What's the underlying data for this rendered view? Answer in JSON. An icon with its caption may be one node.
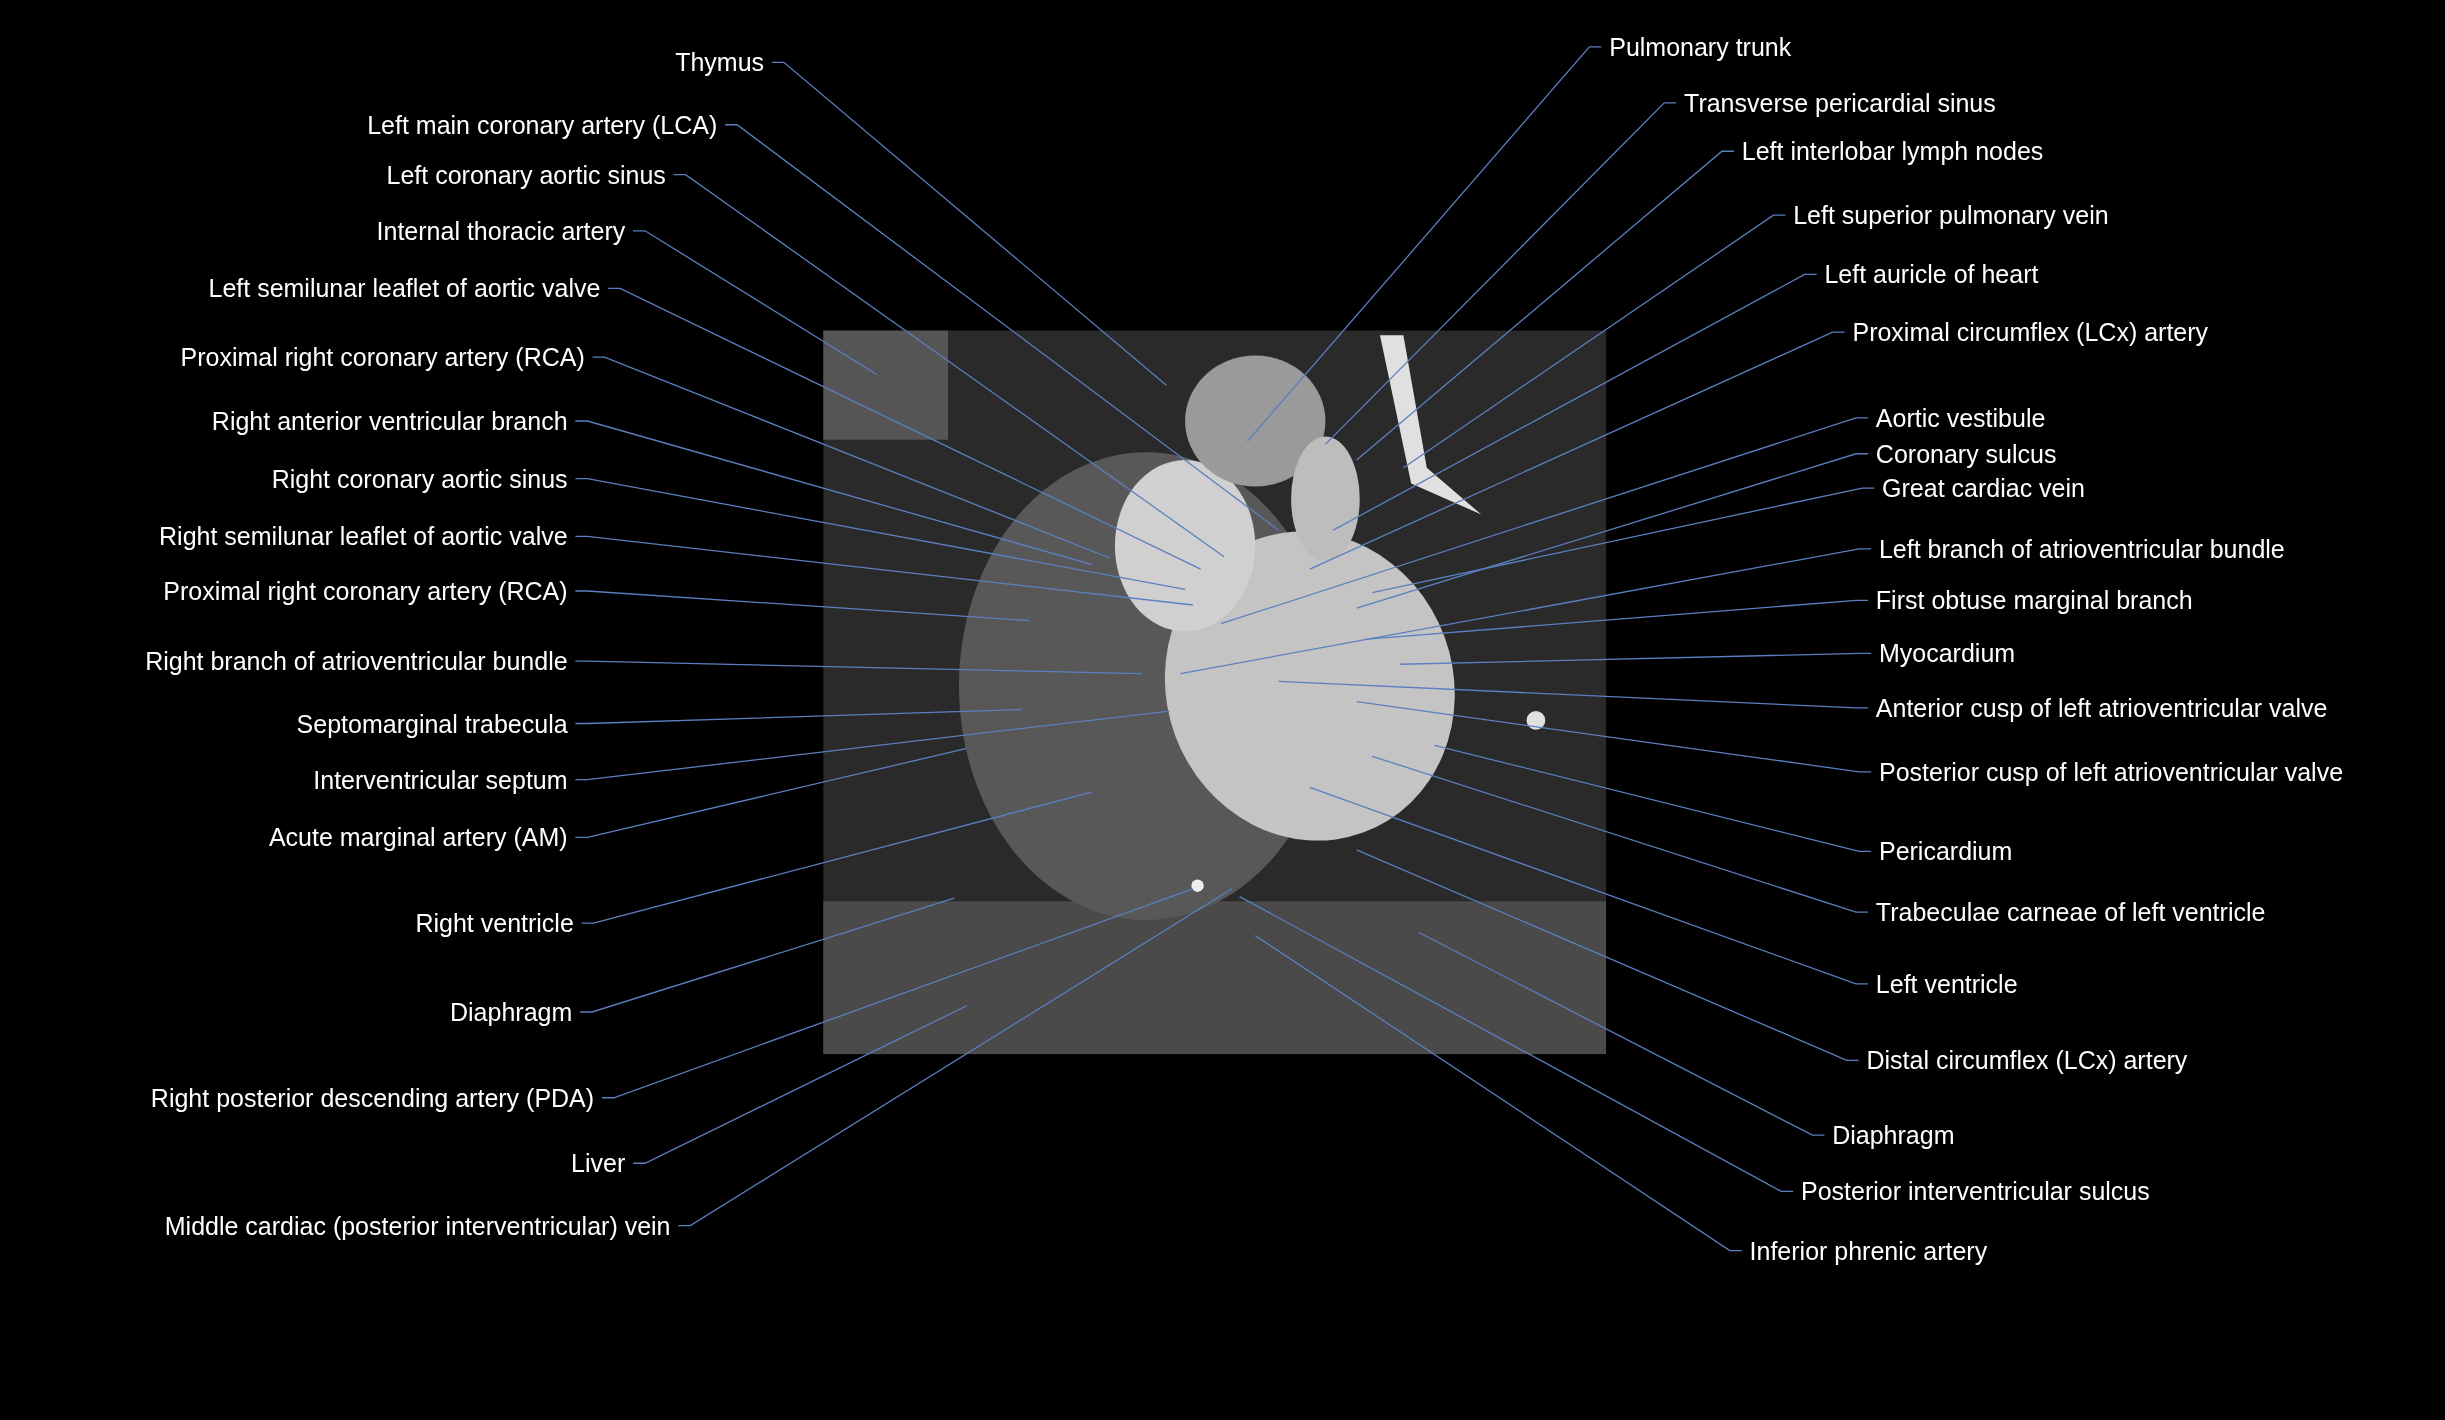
{
  "diagram": {
    "nodes": [
      {
        "text": [
          "Thymus"
        ]
      },
      {
        "text": [
          "Left main coronary artery (LCA)"
        ]
      },
      {
        "text": [
          "Left coronary aortic sinus"
        ]
      },
      {
        "text": [
          "Internal thoracic artery"
        ]
      },
      {
        "text": [
          "Left semilunar leaflet of aortic valve"
        ]
      },
      {
        "text": [
          "Proximal right coronary artery (RCA)"
        ]
      },
      {
        "text": [
          "Right anterior ventricular branch"
        ]
      },
      {
        "text": [
          "Right coronary aortic sinus"
        ]
      },
      {
        "text": [
          "Right semilunar leaflet of aortic valve"
        ]
      },
      {
        "text": [
          "Proximal right coronary artery (RCA)"
        ]
      },
      {
        "text": [
          "Right branch of atrioventricular bundle"
        ]
      },
      {
        "text": [
          "Septomarginal trabecula"
        ]
      },
      {
        "text": [
          "Interventricular septum"
        ]
      },
      {
        "text": [
          "Acute marginal artery (AM)"
        ]
      },
      {
        "text": [
          "Right ventricle"
        ]
      },
      {
        "text": [
          "Diaphragm"
        ]
      },
      {
        "text": [
          "Right posterior descending artery (PDA)"
        ]
      },
      {
        "text": [
          "Liver"
        ]
      },
      {
        "text": [
          "Middle cardiac (posterior interventricular) vein"
        ]
      },
      {
        "text": [
          "Pulmonary trunk"
        ]
      },
      {
        "text": [
          "Transverse pericardial sinus"
        ]
      },
      {
        "text": [
          "Left interlobar lymph nodes"
        ]
      },
      {
        "text": [
          "Left superior pulmonary vein"
        ]
      },
      {
        "text": [
          "Left auricle of heart"
        ]
      },
      {
        "text": [
          "Proximal circumflex (LCx) artery"
        ]
      },
      {
        "text": [
          "Aortic vestibule"
        ]
      },
      {
        "text": [
          "Coronary sulcus"
        ]
      },
      {
        "text": [
          "Great cardiac vein"
        ]
      },
      {
        "text": [
          "Left branch of atrioventricular bundle"
        ]
      },
      {
        "text": [
          "First obtuse marginal branch"
        ]
      },
      {
        "text": [
          "Myocardium"
        ]
      },
      {
        "text": [
          "Anterior cusp of left atrioventricular valve"
        ]
      },
      {
        "text": [
          "Posterior cusp of left atrioventricular valve"
        ]
      },
      {
        "text": [
          "Pericardium"
        ]
      },
      {
        "text": [
          "Trabeculae carneae of left ventricle"
        ]
      },
      {
        "text": [
          "Left ventricle"
        ]
      },
      {
        "text": [
          "Distal circumflex (LCx) artery"
        ]
      },
      {
        "text": [
          "Diaphragm"
        ]
      },
      {
        "text": [
          "Posterior interventricular sulcus"
        ]
      },
      {
        "text": [
          "Inferior phrenic artery"
        ]
      }
    ],
    "edges": [
      {
        "from": 0,
        "to": null,
        "arrow": "none"
      },
      {
        "from": 1,
        "to": null,
        "arrow": "none"
      },
      {
        "from": 2,
        "to": null,
        "arrow": "none"
      },
      {
        "from": 3,
        "to": null,
        "arrow": "none"
      },
      {
        "from": 4,
        "to": null,
        "arrow": "none"
      },
      {
        "from": 5,
        "to": null,
        "arrow": "none"
      },
      {
        "from": 6,
        "to": null,
        "arrow": "none"
      },
      {
        "from": 7,
        "to": null,
        "arrow": "none"
      },
      {
        "from": 8,
        "to": null,
        "arrow": "none"
      },
      {
        "from": 9,
        "to": null,
        "arrow": "none"
      },
      {
        "from": 10,
        "to": null,
        "arrow": "none"
      },
      {
        "from": 11,
        "to": null,
        "arrow": "none"
      },
      {
        "from": 12,
        "to": null,
        "arrow": "none"
      },
      {
        "from": 13,
        "to": null,
        "arrow": "none"
      },
      {
        "from": 14,
        "to": null,
        "arrow": "none"
      },
      {
        "from": 15,
        "to": null,
        "arrow": "none"
      },
      {
        "from": 16,
        "to": null,
        "arrow": "none"
      },
      {
        "from": 17,
        "to": null,
        "arrow": "none"
      },
      {
        "from": 18,
        "to": null,
        "arrow": "none"
      },
      {
        "from": 19,
        "to": null,
        "arrow": "none"
      },
      {
        "from": 20,
        "to": null,
        "arrow": "none"
      },
      {
        "from": 21,
        "to": null,
        "arrow": "none"
      },
      {
        "from": 22,
        "to": null,
        "arrow": "none"
      },
      {
        "from": 23,
        "to": null,
        "arrow": "none"
      },
      {
        "from": 24,
        "to": null,
        "arrow": "none"
      },
      {
        "from": 25,
        "to": null,
        "arrow": "none"
      },
      {
        "from": 26,
        "to": null,
        "arrow": "none"
      },
      {
        "from": 27,
        "to": null,
        "arrow": "none"
      },
      {
        "from": 28,
        "to": null,
        "arrow": "none"
      },
      {
        "from": 29,
        "to": null,
        "arrow": "none"
      },
      {
        "from": 30,
        "to": null,
        "arrow": "none"
      },
      {
        "from": 31,
        "to": null,
        "arrow": "none"
      },
      {
        "from": 32,
        "to": null,
        "arrow": "none"
      },
      {
        "from": 33,
        "to": null,
        "arrow": "none"
      },
      {
        "from": 34,
        "to": null,
        "arrow": "none"
      },
      {
        "from": 35,
        "to": null,
        "arrow": "none"
      },
      {
        "from": 36,
        "to": null,
        "arrow": "none"
      },
      {
        "from": 37,
        "to": null,
        "arrow": "none"
      },
      {
        "from": 38,
        "to": null,
        "arrow": "none"
      },
      {
        "from": 39,
        "to": null,
        "arrow": "none"
      }
    ]
  }
}
